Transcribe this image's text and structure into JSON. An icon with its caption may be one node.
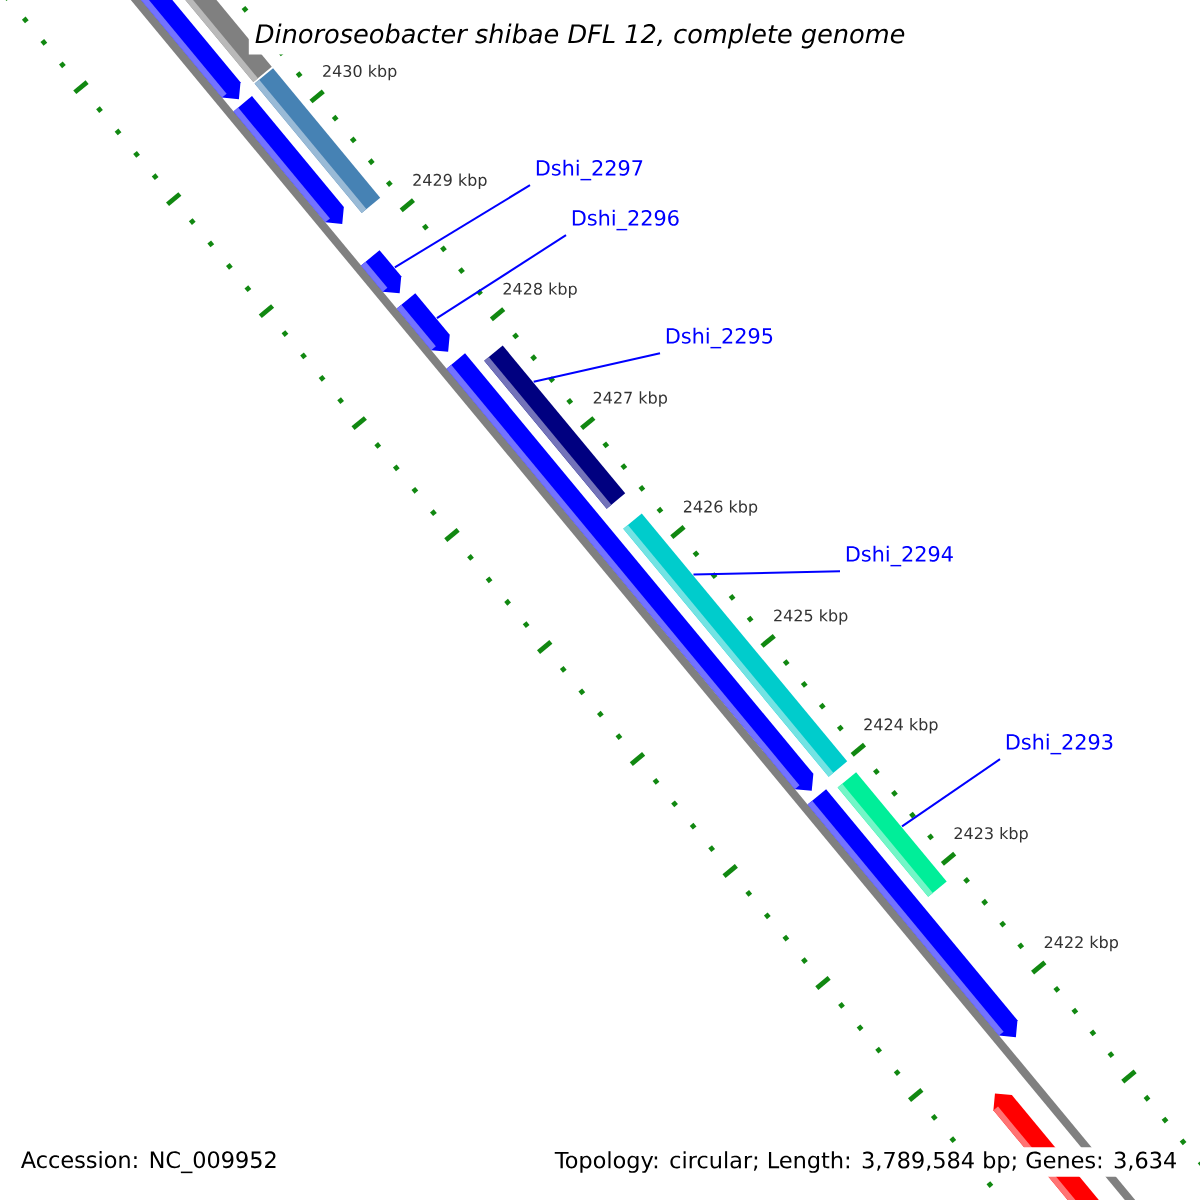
{
  "diagram": {
    "title": "Dinoroseobacter shibae DFL 12, complete genome",
    "nodes": [
      {
        "text": [
          "Dshi_2297"
        ]
      },
      {
        "text": [
          "Dshi_2296"
        ]
      },
      {
        "text": [
          "Dshi_2295"
        ]
      },
      {
        "text": [
          "Dshi_2294"
        ]
      },
      {
        "text": [
          "Dshi_2293"
        ]
      },
      {
        "text": [],
        "shape": "bar"
      },
      {
        "text": [],
        "shape": "bar"
      },
      {
        "text": [],
        "shape": "bar"
      },
      {
        "text": [],
        "shape": "bar"
      },
      {
        "text": [],
        "shape": "bar"
      }
    ],
    "edges": [
      {
        "from": 0,
        "to": 5,
        "arrow": "none"
      },
      {
        "from": 1,
        "to": 6,
        "arrow": "none"
      },
      {
        "from": 2,
        "to": 7,
        "arrow": "none"
      },
      {
        "from": 3,
        "to": 8,
        "arrow": "none"
      },
      {
        "from": 4,
        "to": 9,
        "arrow": "none"
      }
    ],
    "labels": [
      "2430 kbp",
      "2429 kbp",
      "2428 kbp",
      "2427 kbp",
      "2426 kbp",
      "2425 kbp",
      "2424 kbp",
      "2423 kbp",
      "2422 kbp",
      "Accession: NC_009952",
      "Topology: circular; Length: 3,789,584 bp; Genes: 3,634"
    ]
  }
}
